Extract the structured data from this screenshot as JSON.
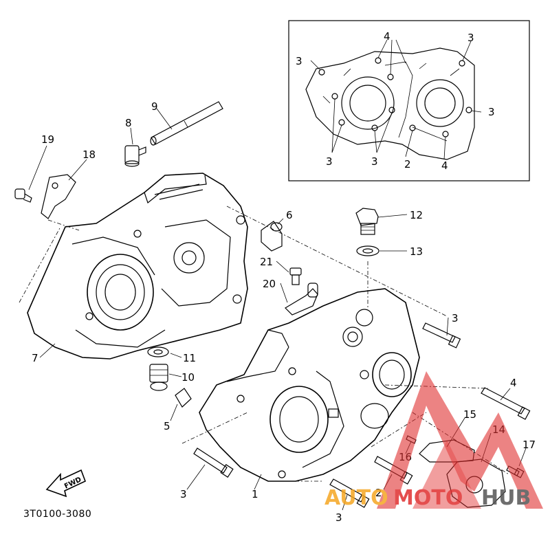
{
  "labels": {
    "main": [
      {
        "id": "1",
        "text": "1"
      },
      {
        "id": "2",
        "text": "2"
      },
      {
        "id": "3a",
        "text": "3"
      },
      {
        "id": "3b",
        "text": "3"
      },
      {
        "id": "3c",
        "text": "3"
      },
      {
        "id": "4",
        "text": "4"
      },
      {
        "id": "5",
        "text": "5"
      },
      {
        "id": "6",
        "text": "6"
      },
      {
        "id": "7",
        "text": "7"
      },
      {
        "id": "8",
        "text": "8"
      },
      {
        "id": "9",
        "text": "9"
      },
      {
        "id": "10",
        "text": "10"
      },
      {
        "id": "11",
        "text": "11"
      },
      {
        "id": "12",
        "text": "12"
      },
      {
        "id": "13",
        "text": "13"
      },
      {
        "id": "14",
        "text": "14"
      },
      {
        "id": "15",
        "text": "15"
      },
      {
        "id": "16",
        "text": "16"
      },
      {
        "id": "17",
        "text": "17"
      },
      {
        "id": "18",
        "text": "18"
      },
      {
        "id": "19",
        "text": "19"
      },
      {
        "id": "20",
        "text": "20"
      },
      {
        "id": "21",
        "text": "21"
      }
    ],
    "inset": [
      {
        "id": "i3a",
        "text": "3"
      },
      {
        "id": "i3b",
        "text": "3"
      },
      {
        "id": "i3c",
        "text": "3"
      },
      {
        "id": "i3d",
        "text": "3"
      },
      {
        "id": "i3e",
        "text": "3"
      },
      {
        "id": "i4a",
        "text": "4"
      },
      {
        "id": "i4b",
        "text": "4"
      },
      {
        "id": "i2",
        "text": "2"
      }
    ]
  },
  "fwd_arrow_text": "FWD",
  "diagram_code": "3T0100-3080",
  "watermark": {
    "text_part1": "AUTO",
    "text_part2": "MOTO",
    "text_part3": "HUB",
    "color_orange": "#f5a623",
    "color_red": "#e03030",
    "color_gray": "#555555"
  }
}
